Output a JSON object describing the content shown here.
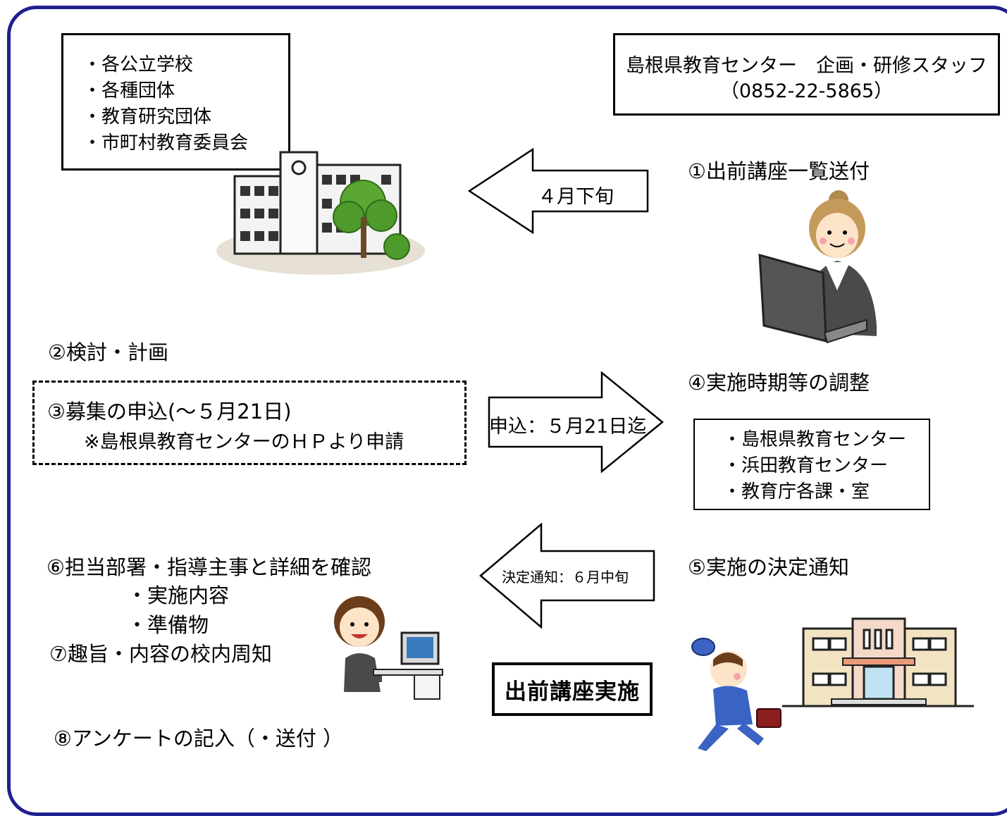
{
  "orgs_box": {
    "items": [
      "・各公立学校",
      "・各種団体",
      "・教育研究団体",
      "・市町村教育委員会"
    ]
  },
  "contact_box": {
    "name": "島根県教育センター　企画・研修スタッフ",
    "phone": "（0852-22-5865）"
  },
  "steps": {
    "s1": "①出前講座一覧送付",
    "s2": "②検討・計画",
    "s3_title": "③募集の申込(～５月21日)",
    "s3_note": "※島根県教育センターのＨＰより申請",
    "s4": "④実施時期等の調整",
    "s5": "⑤実施の決定通知",
    "s6": "⑥担当部署・指導主事と詳細を確認",
    "s6_items": [
      "・実施内容",
      "・準備物"
    ],
    "s7": "⑦趣旨・内容の校内周知",
    "s8": "⑧アンケートの記入（・送付 ）"
  },
  "centers_box": {
    "items": [
      "・島根県教育センター",
      "・浜田教育センター",
      "・教育庁各課・室"
    ]
  },
  "arrows": {
    "a1": "４月下旬",
    "a2": "申込：５月21日迄",
    "a3": "決定通知：６月中旬"
  },
  "event_label": "出前講座実施",
  "colors": {
    "frame": "#1f1f8f",
    "tree": "#5aa832",
    "building_wall": "#f2e3c2",
    "building_trim": "#e89a7a",
    "suit": "#4a4a4a",
    "jacket_blue": "#3b63c4"
  }
}
